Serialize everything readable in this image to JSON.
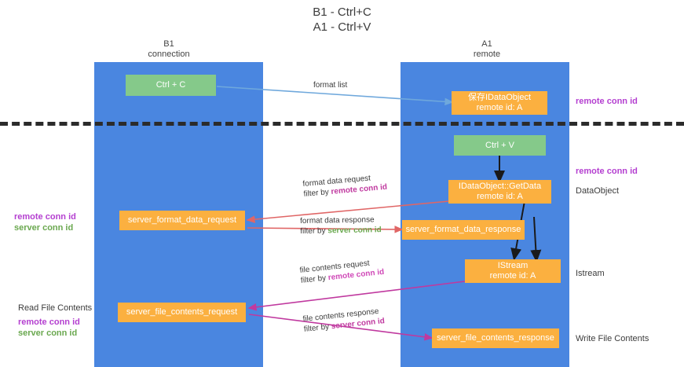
{
  "title": {
    "line1": "B1 - Ctrl+C",
    "line2": "A1 - Ctrl+V"
  },
  "lanes": [
    {
      "name": "B1",
      "sub": "connection"
    },
    {
      "name": "A1",
      "sub": "remote"
    }
  ],
  "boxes": {
    "ctrl_c": {
      "label": "Ctrl + C",
      "color": "#85c98a"
    },
    "ctrl_v": {
      "label": "Ctrl + V",
      "color": "#85c98a"
    },
    "idataobject_store": {
      "line1": "保存IDataObject",
      "line2": "remote id: A",
      "color": "#fbb040"
    },
    "idataobject_getdata": {
      "line1": "IDataObject::GetData",
      "line2": "remote id: A",
      "color": "#fbb040"
    },
    "istream": {
      "line1": "IStream",
      "line2": "remote id: A",
      "color": "#fbb040"
    },
    "server_format_data_request": {
      "label": "server_format_data_request",
      "color": "#fbb040"
    },
    "server_format_data_response": {
      "label": "server_format_data_response",
      "color": "#fbb040"
    },
    "server_file_contents_request": {
      "label": "server_file_contents_request",
      "color": "#fbb040"
    },
    "server_file_contents_response": {
      "label": "server_file_contents_response",
      "color": "#fbb040"
    }
  },
  "edges": {
    "format_list": {
      "label": "format list"
    },
    "format_data_request": {
      "line1": "format data request",
      "filter_prefix": "filter by ",
      "filter_key": "remote conn id"
    },
    "format_data_response": {
      "line1": "format data response",
      "filter_prefix": "filter by ",
      "filter_key": "server conn id"
    },
    "file_contents_request": {
      "line1": "file contents request",
      "filter_prefix": "filter by ",
      "filter_key": "remote conn id"
    },
    "file_contents_response": {
      "line1": "file contents response",
      "filter_prefix": "filter by ",
      "filter_key": "server conn id"
    }
  },
  "right_labels": {
    "remote_conn_id_top": "remote conn id",
    "remote_conn_id_mid": "remote conn id",
    "dataobject": "DataObject",
    "istream": "Istream",
    "write_file_contents": "Write File Contents"
  },
  "left_labels": {
    "remote_conn_id_mid": "remote conn id",
    "server_conn_id_mid": "server conn id",
    "read_file_contents": "Read File Contents",
    "remote_conn_id_bottom": "remote conn id",
    "server_conn_id_bottom": "server conn id"
  },
  "colors": {
    "lane": "#4a86e0",
    "green_box": "#85c98a",
    "orange_box": "#fbb040",
    "purple": "#b43fd0",
    "green_text": "#6aa84f",
    "divider": "#2b2b2b",
    "arrow_blue": "#6fa8dc",
    "arrow_red": "#e06666",
    "arrow_pink": "#c0399f",
    "arrow_black": "#1a1a1a"
  }
}
